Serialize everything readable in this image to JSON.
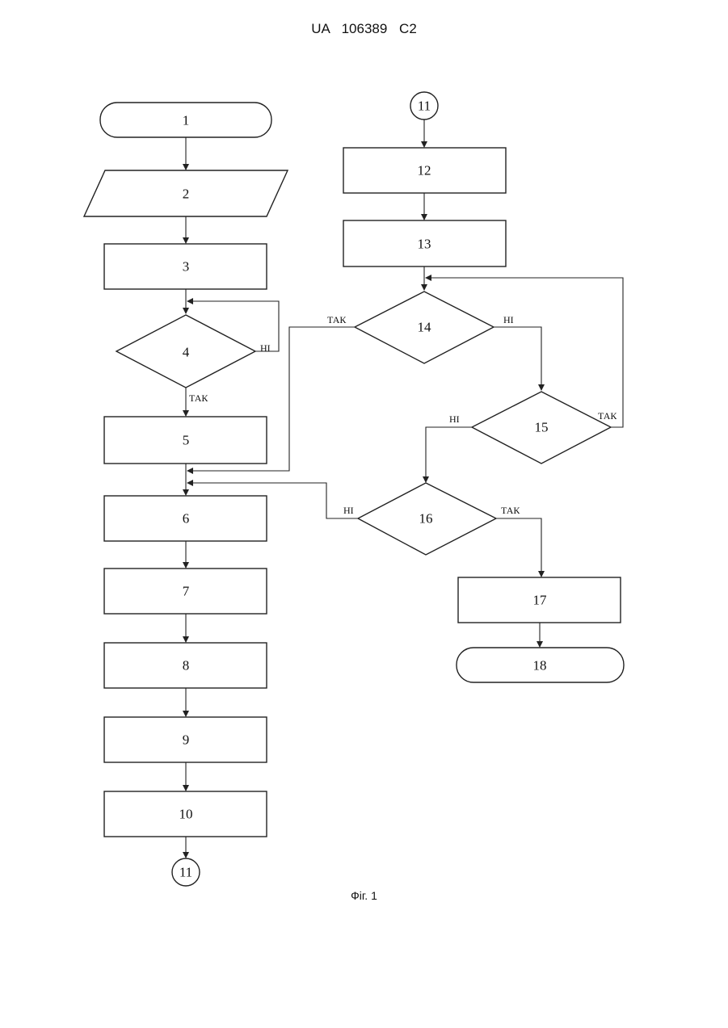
{
  "header": {
    "document_id": "UA 106389 C2"
  },
  "caption": "Фіг. 1",
  "nodes": {
    "n1": "1",
    "n2": "2",
    "n3": "3",
    "n4": "4",
    "n5": "5",
    "n6": "6",
    "n7": "7",
    "n8": "8",
    "n9": "9",
    "n10": "10",
    "n11_out": "11",
    "n11_in": "11",
    "n12": "12",
    "n13": "13",
    "n14": "14",
    "n15": "15",
    "n16": "16",
    "n17": "17",
    "n18": "18"
  },
  "labels": {
    "yes": "ТАК",
    "no": "НІ"
  }
}
